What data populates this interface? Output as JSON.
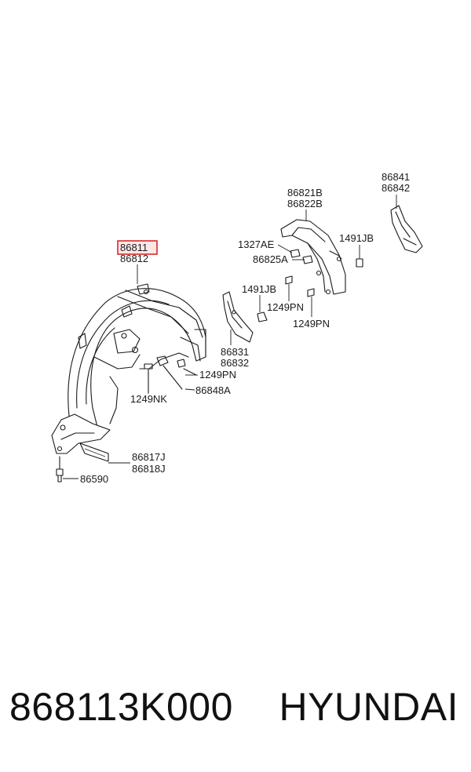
{
  "colors": {
    "highlight": "#d82a2a",
    "highlight_fill": "#fde7e7",
    "ink": "#1a1a1a"
  },
  "labels": {
    "p86811": "86811",
    "p86812": "86812",
    "p86821B": "86821B",
    "p86822B": "86822B",
    "p86841": "86841",
    "p86842": "86842",
    "p1327AE": "1327AE",
    "p86825A": "86825A",
    "p1491JB_right": "1491JB",
    "p1491JB_mid": "1491JB",
    "p1249PN_a": "1249PN",
    "p1249PN_b": "1249PN",
    "p1249PN_c": "1249PN",
    "p86831": "86831",
    "p86832": "86832",
    "p1249NK": "1249NK",
    "p86848A": "86848A",
    "p86817J": "86817J",
    "p86818J": "86818J",
    "p86590": "86590"
  },
  "footer": {
    "part_number": "868113K000",
    "brand": "HYUNDAI"
  }
}
